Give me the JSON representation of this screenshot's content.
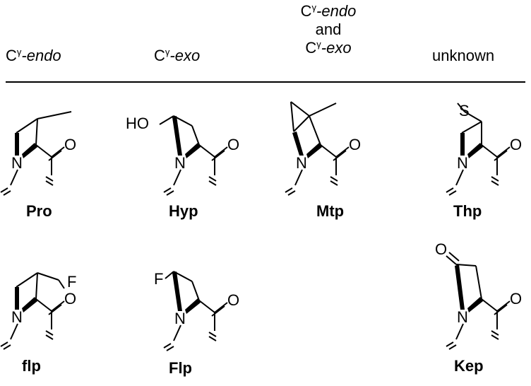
{
  "headers": {
    "col1": {
      "prefix": "C",
      "sup": "γ",
      "suffix": "-endo"
    },
    "col2": {
      "prefix": "C",
      "sup": "γ",
      "suffix": "-exo"
    },
    "col3": {
      "line1_prefix": "C",
      "line1_sup": "γ",
      "line1_suffix": "-endo",
      "line2": "and",
      "line3_prefix": "C",
      "line3_sup": "γ",
      "line3_suffix": "-exo"
    },
    "col4": "unknown"
  },
  "compounds": {
    "pro": "Pro",
    "hyp": "Hyp",
    "mtp": "Mtp",
    "thp": "Thp",
    "flp_lower": "flp",
    "flp_upper": "Flp",
    "kep": "Kep"
  },
  "atoms": {
    "nitrogen": "N",
    "oxygen": "O",
    "hydroxyl": "HO",
    "fluorine": "F",
    "sulfur": "S"
  }
}
